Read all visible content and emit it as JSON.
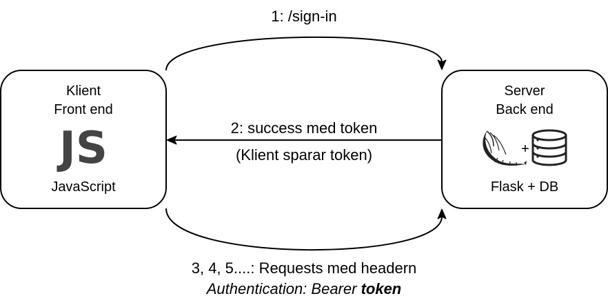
{
  "client": {
    "line1": "Klient",
    "line2": "Front end",
    "logo_text": "JS",
    "caption": "JavaScript"
  },
  "server": {
    "line1": "Server",
    "line2": "Back end",
    "plus": "+",
    "caption": "Flask + DB",
    "icons": [
      "flask-logo-icon",
      "database-icon"
    ]
  },
  "edges": {
    "sign_in": "1: /sign-in",
    "success_line1": "2: success med token",
    "success_line2": "(Klient sparar token)",
    "requests_line1": "3, 4, 5....: Requests med headern",
    "requests_line2_prefix": "Authentication: Bearer ",
    "requests_line2_bold": "token"
  },
  "colors": {
    "stroke": "#000000",
    "js_logo": "#444444",
    "icon_dark": "#222222"
  }
}
